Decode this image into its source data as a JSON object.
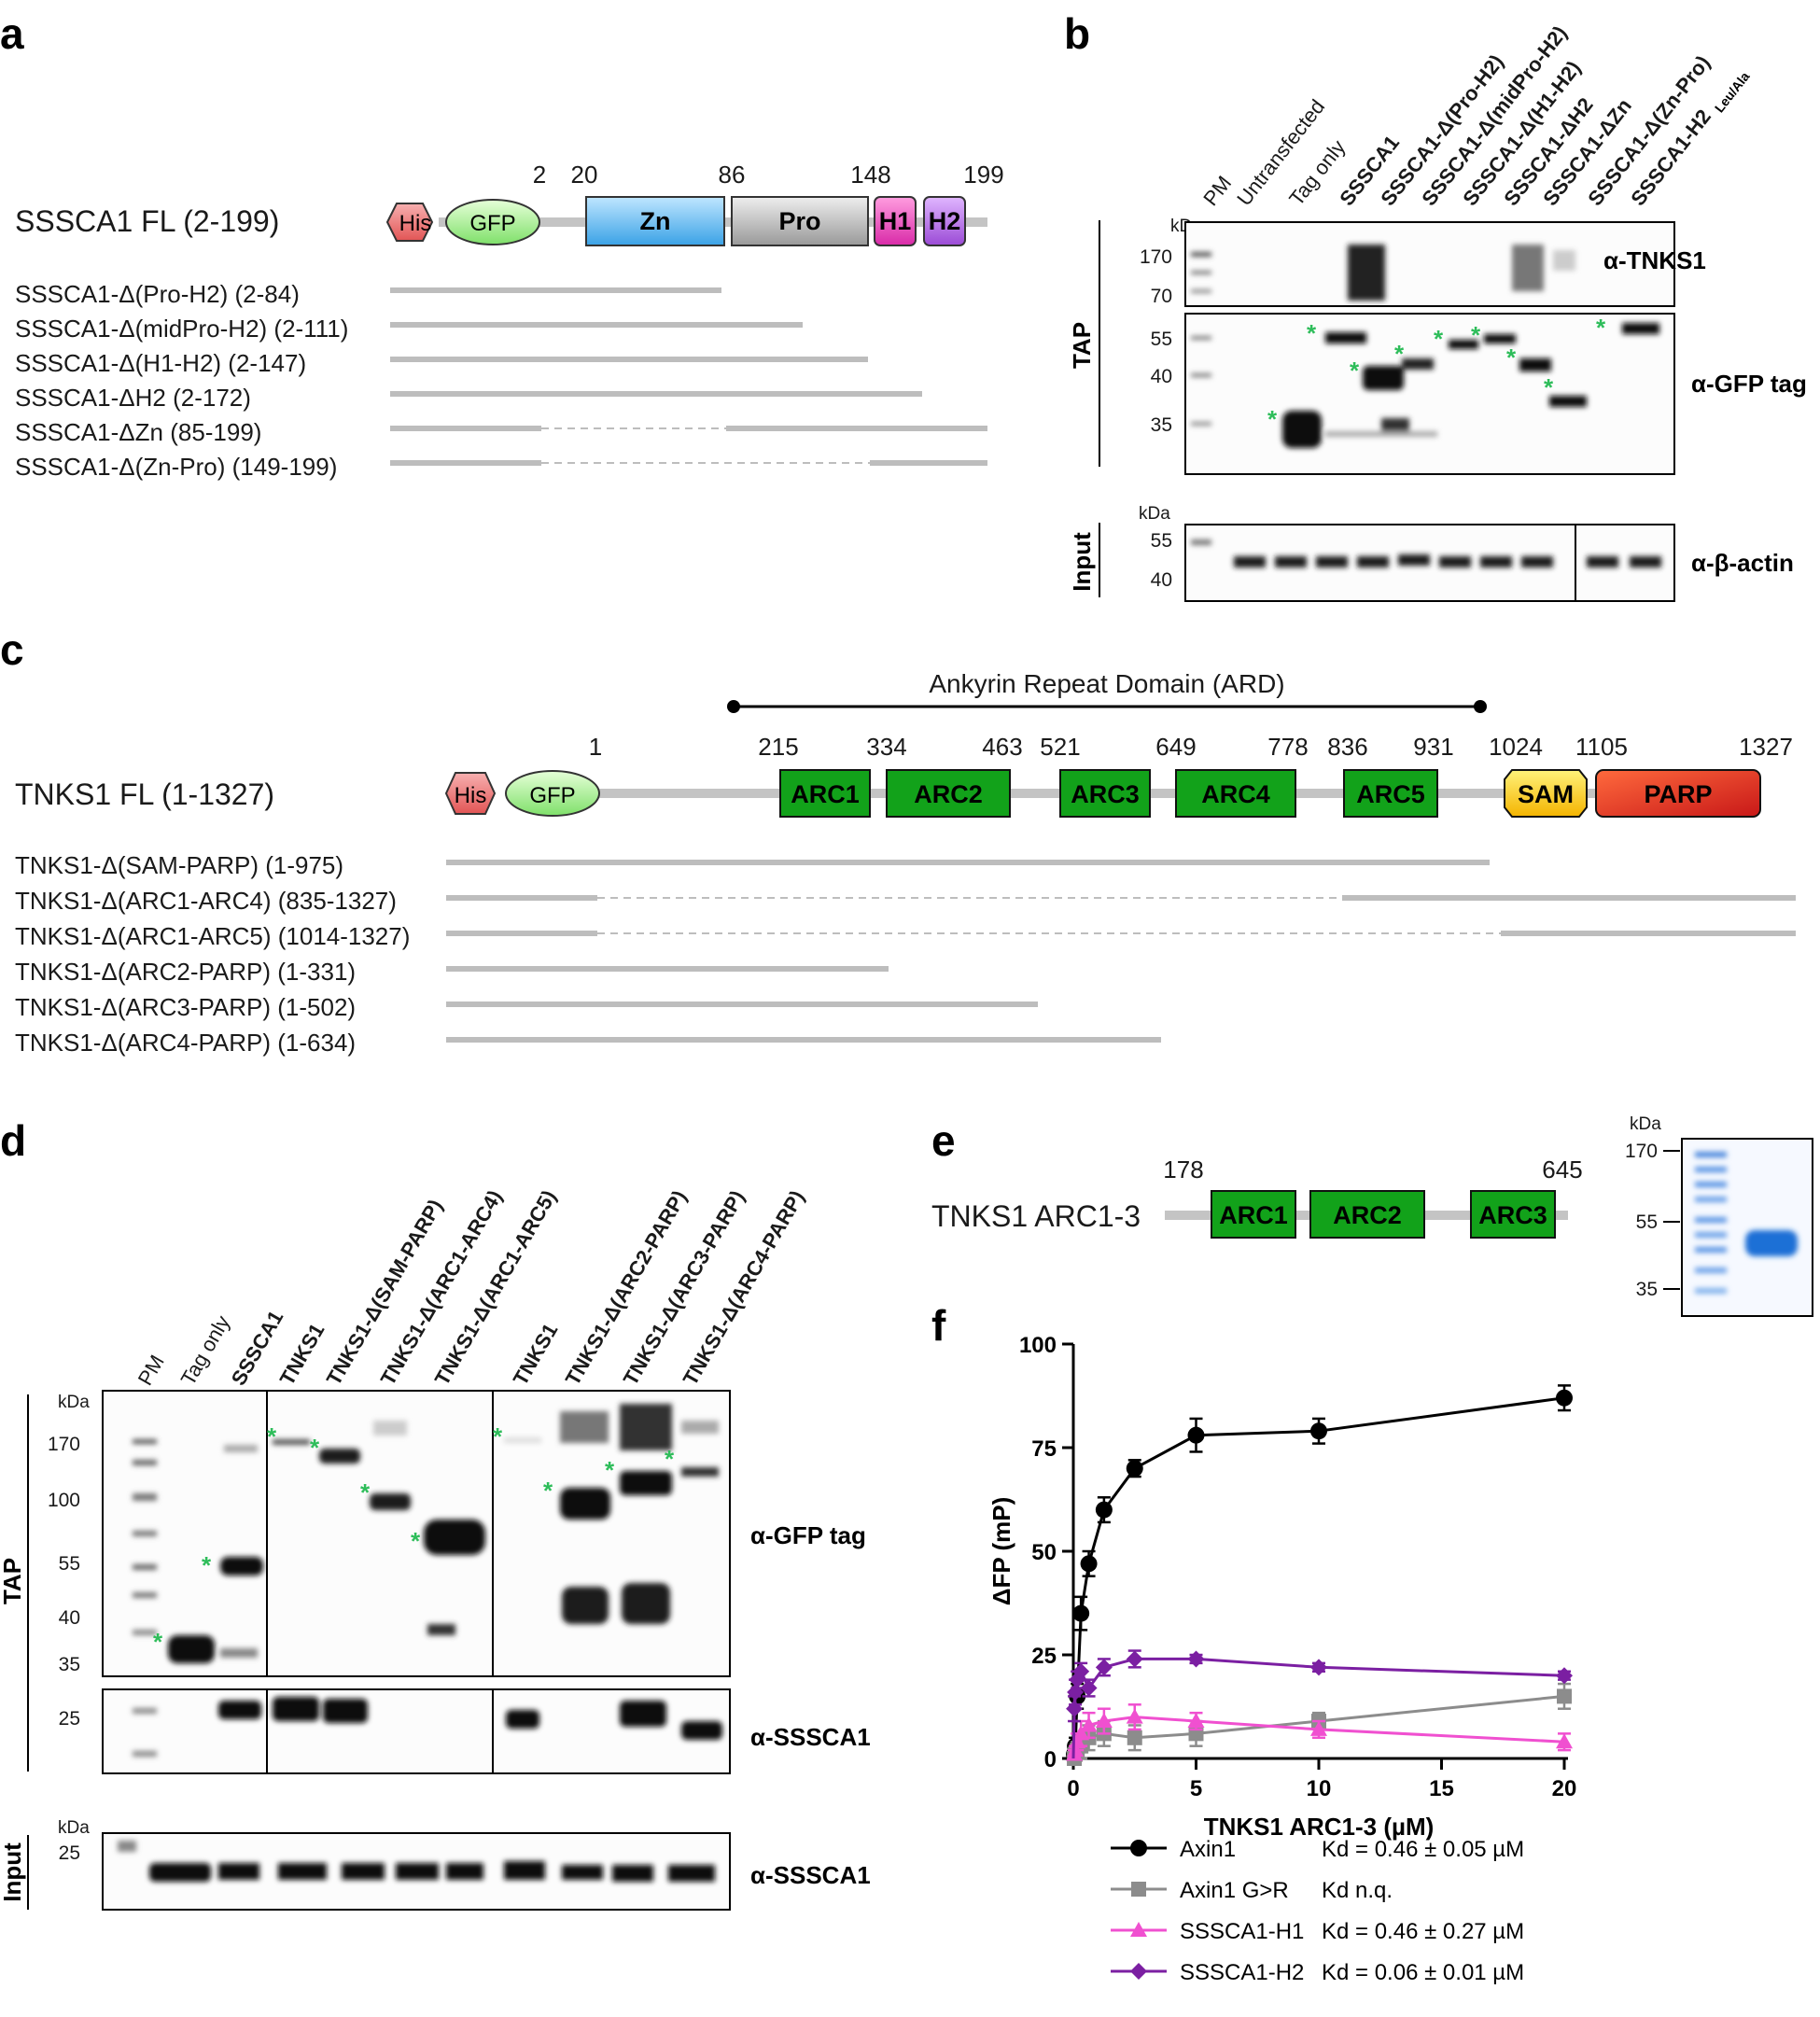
{
  "panels": {
    "a": {
      "letter": "a",
      "fl_label": "SSSCA1 FL (2-199)",
      "tags": [
        "His",
        "GFP"
      ],
      "domains": [
        "Zn",
        "Pro",
        "H1",
        "H2"
      ],
      "positions": [
        "2",
        "20",
        "86",
        "148",
        "199"
      ],
      "constructs": [
        "SSSCA1-Δ(Pro-H2) (2-84)",
        "SSSCA1-Δ(midPro-H2) (2-111)",
        "SSSCA1-Δ(H1-H2) (2-147)",
        "SSSCA1-ΔH2 (2-172)",
        "SSSCA1-ΔZn (85-199)",
        "SSSCA1-Δ(Zn-Pro) (149-199)"
      ]
    },
    "b": {
      "letter": "b",
      "lanes": [
        "PM",
        "Untransfected",
        "Tag only",
        "SSSCA1",
        "SSSCA1-Δ(Pro-H2)",
        "SSSCA1-Δ(midPro-H2)",
        "SSSCA1-Δ(H1-H2)",
        "SSSCA1-ΔH2",
        "SSSCA1-ΔZn",
        "SSSCA1-Δ(Zn-Pro)",
        "SSSCA1-H2"
      ],
      "lane_subscript": "Leu/Ala",
      "kda": "kDa",
      "tap_label": "TAP",
      "input_label": "Input",
      "tnks1_markers": [
        "170",
        "70"
      ],
      "gfp_markers": [
        "55",
        "40",
        "35"
      ],
      "input_markers": [
        "55",
        "40"
      ],
      "blots": [
        "α-TNKS1",
        "α-GFP tag",
        "α-β-actin"
      ]
    },
    "c": {
      "letter": "c",
      "ard_label": "Ankyrin Repeat Domain (ARD)",
      "fl_label": "TNKS1 FL (1-1327)",
      "tags": [
        "His",
        "GFP"
      ],
      "domains": [
        "ARC1",
        "ARC2",
        "ARC3",
        "ARC4",
        "ARC5",
        "SAM",
        "PARP"
      ],
      "positions": [
        "1",
        "215",
        "334",
        "463",
        "521",
        "649",
        "778",
        "836",
        "931",
        "1024",
        "1105",
        "1327"
      ],
      "constructs": [
        "TNKS1-Δ(SAM-PARP) (1-975)",
        "TNKS1-Δ(ARC1-ARC4) (835-1327)",
        "TNKS1-Δ(ARC1-ARC5) (1014-1327)",
        "TNKS1-Δ(ARC2-PARP) (1-331)",
        "TNKS1-Δ(ARC3-PARP) (1-502)",
        "TNKS1-Δ(ARC4-PARP) (1-634)"
      ]
    },
    "d": {
      "letter": "d",
      "lanes": [
        "PM",
        "Tag only",
        "SSSCA1",
        "TNKS1",
        "TNKS1-Δ(SAM-PARP)",
        "TNKS1-Δ(ARC1-ARC4)",
        "TNKS1-Δ(ARC1-ARC5)",
        "TNKS1",
        "TNKS1-Δ(ARC2-PARP)",
        "TNKS1-Δ(ARC3-PARP)",
        "TNKS1-Δ(ARC4-PARP)"
      ],
      "kda": "kDa",
      "tap_label": "TAP",
      "input_label": "Input",
      "gfp_markers": [
        "170",
        "100",
        "55",
        "40",
        "35"
      ],
      "sssca1_markers": [
        "25"
      ],
      "input_markers": [
        "25"
      ],
      "blots": [
        "α-GFP tag",
        "α-SSSCA1",
        "α-SSSCA1"
      ]
    },
    "e": {
      "letter": "e",
      "construct_label": "TNKS1 ARC1-3",
      "domains": [
        "ARC1",
        "ARC2",
        "ARC3"
      ],
      "positions": [
        "178",
        "645"
      ],
      "kda": "kDa",
      "gel_markers": [
        "170",
        "55",
        "35"
      ]
    },
    "f": {
      "letter": "f"
    }
  },
  "chart_data": {
    "type": "scatter",
    "title": "",
    "xlabel": "TNKS1 ARC1-3 (µM)",
    "ylabel": "ΔFP (mP)",
    "xlim": [
      0,
      20
    ],
    "ylim": [
      0,
      100
    ],
    "xticks": [
      "0",
      "5",
      "10",
      "15",
      "20"
    ],
    "yticks": [
      "0",
      "25",
      "50",
      "75",
      "100"
    ],
    "grid": false,
    "legend_position": "bottom",
    "series": [
      {
        "name": "Axin1",
        "kd": "Kd = 0.46 ± 0.05 µM",
        "color": "#000000",
        "marker": "circle",
        "x": [
          0.04,
          0.08,
          0.16,
          0.31,
          0.63,
          1.25,
          2.5,
          5,
          10,
          20
        ],
        "y": [
          1,
          3,
          15,
          35,
          47,
          60,
          70,
          78,
          79,
          87
        ],
        "err": [
          1,
          2,
          3,
          4,
          3,
          3,
          2,
          4,
          3,
          3
        ]
      },
      {
        "name": "Axin1 G>R",
        "kd": "Kd  n.q.",
        "color": "#8c8c8c",
        "marker": "square",
        "x": [
          0.04,
          0.08,
          0.16,
          0.31,
          0.63,
          1.25,
          2.5,
          5,
          10,
          20
        ],
        "y": [
          0,
          1,
          2,
          3,
          5,
          6,
          5,
          6,
          9,
          15
        ],
        "err": [
          1,
          1,
          2,
          3,
          3,
          3,
          3,
          3,
          2,
          3
        ]
      },
      {
        "name": "SSSCA1-H1",
        "kd": "Kd = 0.46 ± 0.27 µM",
        "color": "#f050d0",
        "marker": "triangle",
        "x": [
          0.04,
          0.08,
          0.16,
          0.31,
          0.63,
          1.25,
          2.5,
          5,
          10,
          20
        ],
        "y": [
          1,
          2,
          4,
          6,
          8,
          9,
          10,
          9,
          7,
          4
        ],
        "err": [
          1,
          1,
          2,
          3,
          3,
          3,
          3,
          2,
          2,
          2
        ]
      },
      {
        "name": "SSSCA1-H2",
        "kd": "Kd = 0.06 ± 0.01 µM",
        "color": "#7b1fa2",
        "marker": "diamond",
        "x": [
          0.04,
          0.08,
          0.16,
          0.31,
          0.63,
          1.25,
          2.5,
          5,
          10,
          20
        ],
        "y": [
          12,
          16,
          19,
          21,
          17,
          22,
          24,
          24,
          22,
          20
        ],
        "err": [
          3,
          3,
          2,
          2,
          2,
          2,
          2,
          1,
          1,
          1
        ]
      }
    ]
  }
}
